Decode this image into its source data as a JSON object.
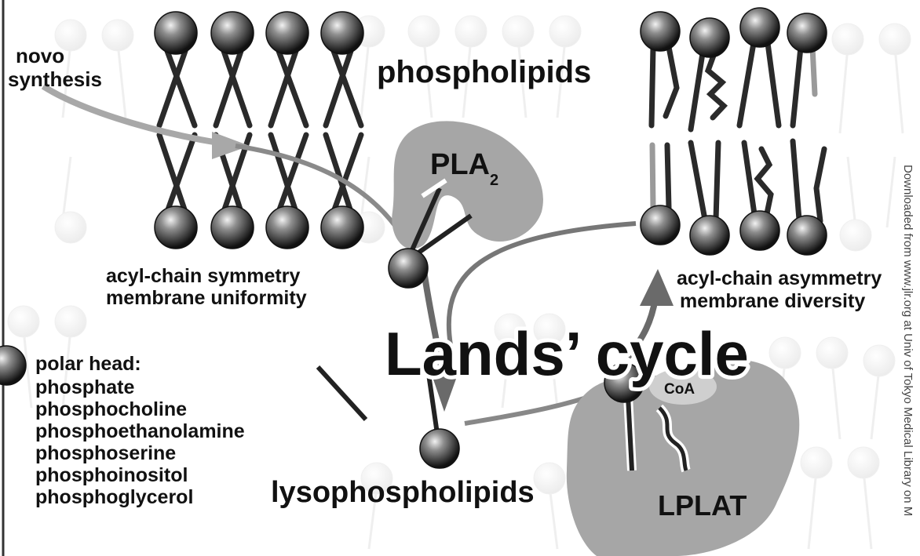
{
  "labels": {
    "de_novo_line1": "novo",
    "de_novo_line2": "synthesis",
    "phospholipids": "phospholipids",
    "pla2_main": "PLA",
    "pla2_sub": "2",
    "sym_line1": "acyl-chain symmetry",
    "sym_line2": "membrane uniformity",
    "asym_line1": "acyl-chain asymmetry",
    "asym_line2": "membrane diversity",
    "title": "Lands’ cycle",
    "coa": "CoA",
    "lysophospholipids": "lysophospholipids",
    "lplat": "LPLAT",
    "watermark": "Downloaded from www.jlr.org at Univ of Tokyo Medical Library on M"
  },
  "polar_head": {
    "title": "polar head:",
    "items": [
      "phosphate",
      "phosphocholine",
      "phosphoethanolamine",
      "phosphoserine",
      "phosphoinositol",
      "phosphoglycerol"
    ]
  },
  "colors": {
    "head_dark": "#1a1a1a",
    "head_light": "#d9d9d9",
    "enzyme_fill": "#a6a6a6",
    "arrow_gray": "#9c9c9c",
    "arrow_dark": "#5f5f5f",
    "background_faint": "#e6e6e6"
  }
}
